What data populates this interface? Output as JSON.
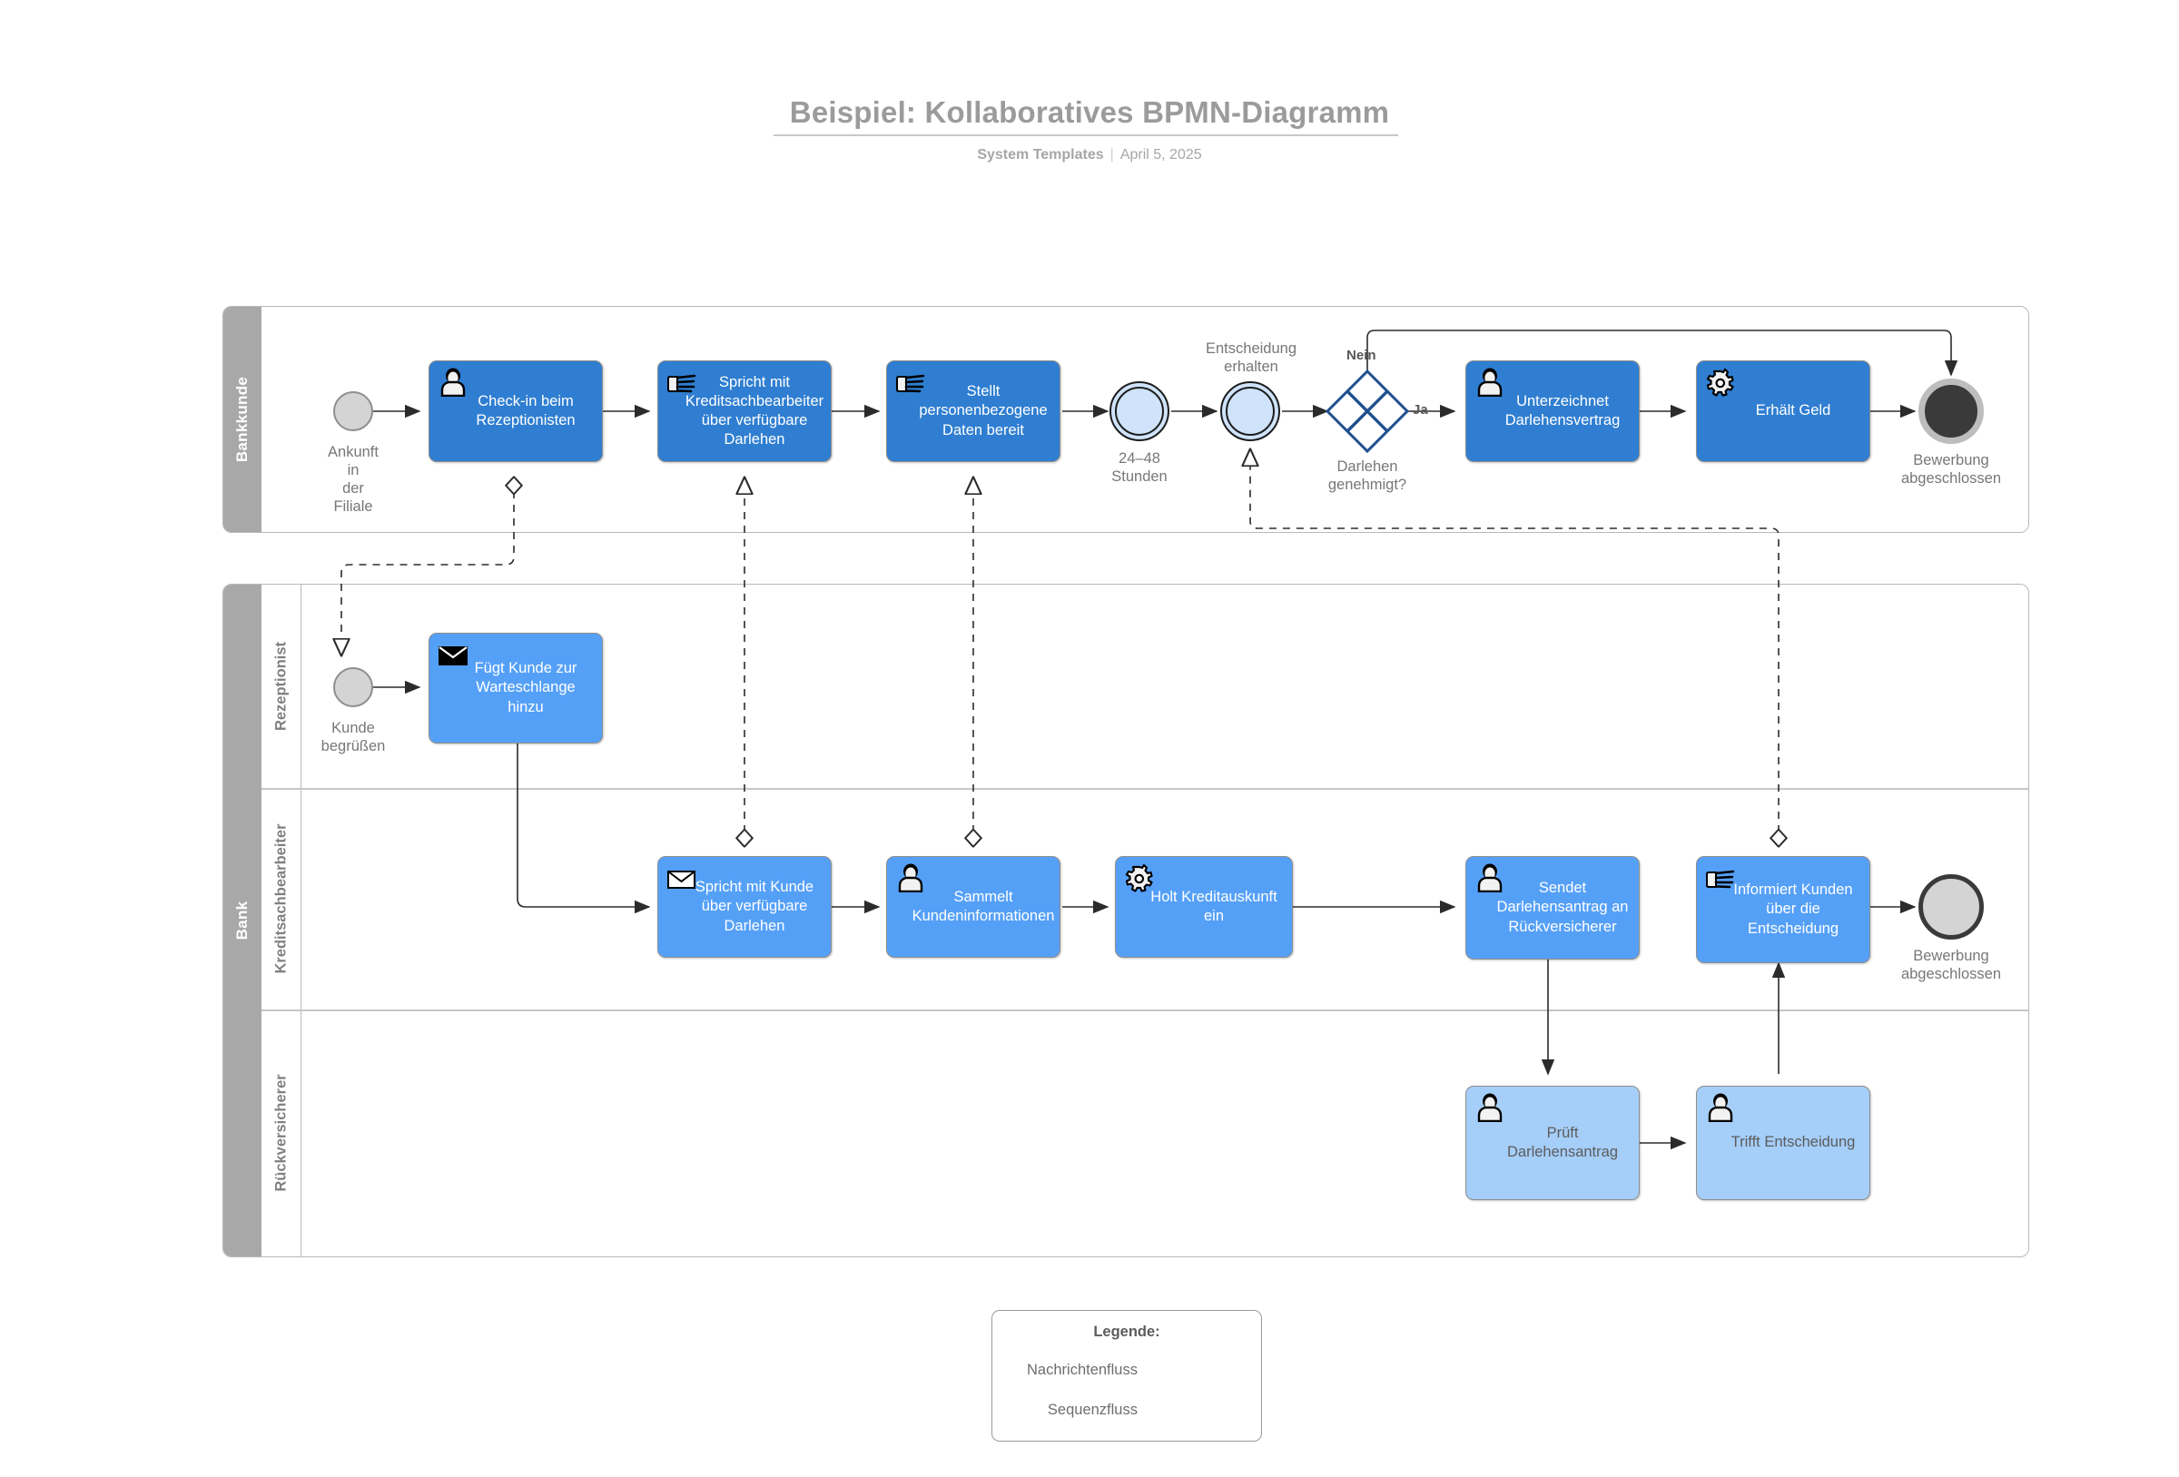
{
  "header": {
    "title": "Beispiel: Kollaboratives BPMN-Diagramm",
    "org": "System Templates",
    "separator": "|",
    "date": "April 5, 2025"
  },
  "pools": [
    {
      "id": "bankkunde",
      "name": "Bankkunde",
      "lanes": []
    },
    {
      "id": "bank",
      "name": "Bank",
      "lanes": [
        {
          "id": "rezeptionist",
          "name": "Rezeptionist"
        },
        {
          "id": "kreditsachbearbeiter",
          "name": "Kreditsachbearbeiter"
        },
        {
          "id": "rueckversicherer",
          "name": "Rückversicherer"
        }
      ]
    }
  ],
  "lane_bankkunde": {
    "start_event_label": "Ankunft\nin\nder\nFiliale",
    "tasks": [
      {
        "label": "Check-in beim Rezeptionisten",
        "icon": "user-icon"
      },
      {
        "label": "Spricht mit Kreditsachbearbeiter über verfügbare Darlehen",
        "icon": "manual-hand-icon"
      },
      {
        "label": "Stellt personenbezogene Daten bereit",
        "icon": "manual-hand-icon"
      },
      {
        "label": "Unterzeichnet Darlehensvertrag",
        "icon": "user-icon"
      },
      {
        "label": "Erhält Geld",
        "icon": "gear-icon"
      }
    ],
    "timer_event_label": "24–48\nStunden",
    "message_event_label": "Entscheidung\nerhalten",
    "gateway_label": "Darlehen\ngenehmigt?",
    "gateway_flow_no": "Nein",
    "gateway_flow_yes": "Ja",
    "end_event_label": "Bewerbung\nabgeschlossen"
  },
  "lane_rezeptionist": {
    "start_event_label": "Kunde\nbegrüßen",
    "tasks": [
      {
        "label": "Fügt Kunde zur Warteschlange hinzu",
        "icon": "envelope-filled-icon"
      }
    ]
  },
  "lane_kreditsachbearbeiter": {
    "tasks": [
      {
        "label": "Spricht mit Kunde über verfügbare Darlehen",
        "icon": "envelope-icon"
      },
      {
        "label": "Sammelt Kundeninformationen",
        "icon": "user-icon"
      },
      {
        "label": "Holt Kreditauskunft ein",
        "icon": "gear-icon"
      },
      {
        "label": "Sendet Darlehensantrag an Rückversicherer",
        "icon": "user-icon"
      },
      {
        "label": "Informiert Kunden über die Entscheidung",
        "icon": "manual-hand-icon"
      }
    ],
    "end_event_label": "Bewerbung\nabgeschlossen"
  },
  "lane_rueckversicherer": {
    "tasks": [
      {
        "label": "Prüft Darlehensantrag",
        "icon": "user-icon"
      },
      {
        "label": "Trifft Entscheidung",
        "icon": "user-icon"
      }
    ]
  },
  "legend": {
    "title": "Legende:",
    "rows": [
      {
        "label": "Nachrichtenfluss",
        "style": "dashed-diamond-open-arrow"
      },
      {
        "label": "Sequenzfluss",
        "style": "solid-filled-arrow"
      }
    ]
  },
  "colors": {
    "task_dark": "#2f7ed1",
    "task_mid": "#55a0f7",
    "task_light": "#a5cef8",
    "pool_header": "#a8a8a8",
    "gateway_stroke": "#1f4f8f",
    "event_fill": "#cfe3fa",
    "title_text": "#9b9b9b"
  }
}
